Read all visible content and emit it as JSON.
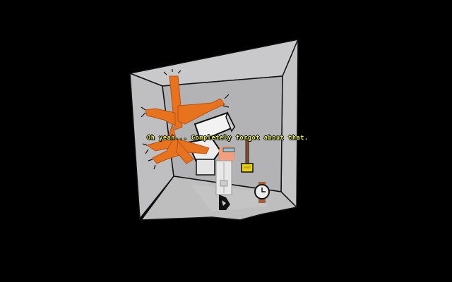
{
  "game": {
    "scene_name": "cube room",
    "dialogue": {
      "speaker": "scientist",
      "text": "Oh yeah... Completely forgot about that.",
      "color": "#f0f070"
    },
    "objects": [
      {
        "name": "orange-tentacle-creature",
        "color": "#e8731f"
      },
      {
        "name": "toilet"
      },
      {
        "name": "plunger",
        "color": "#e8d020"
      },
      {
        "name": "wristwatch",
        "color": "#a0603a"
      },
      {
        "name": "scientist-character"
      }
    ],
    "cursor": {
      "type": "walk-cursor"
    },
    "colors": {
      "background": "#000000",
      "wall_light": "#c8c8c8",
      "wall_mid": "#b4b4b4",
      "floor": "#bcbcbc",
      "outline": "#101010",
      "tentacle": "#e8731f",
      "tentacle_dark": "#b8501a"
    }
  }
}
